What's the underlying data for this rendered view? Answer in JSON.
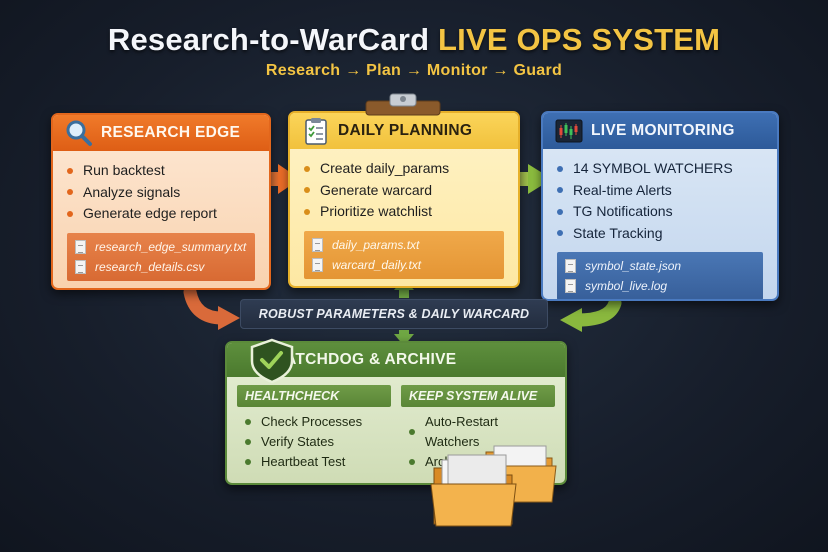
{
  "header": {
    "title_main": "Research-to-WarCard",
    "title_accent": "LIVE OPS SYSTEM",
    "subtitle": "Research → Plan → Monitor → Guard"
  },
  "research": {
    "title": "RESEARCH EDGE",
    "icon": "magnifier-icon",
    "items": [
      "Run backtest",
      "Analyze signals",
      "Generate edge report"
    ],
    "files": [
      "research_edge_summary.txt",
      "research_details.csv"
    ]
  },
  "planning": {
    "title": "DAILY PLANNING",
    "icon": "clipboard-checklist-icon",
    "items": [
      "Create daily_params",
      "Generate warcard",
      "Prioritize watchlist"
    ],
    "files": [
      "daily_params.txt",
      "warcard_daily.txt"
    ]
  },
  "monitoring": {
    "title": "LIVE MONITORING",
    "icon": "candlestick-chart-icon",
    "items": [
      "14 SYMBOL WATCHERS",
      "Real-time Alerts",
      "TG Notifications",
      "State Tracking"
    ],
    "files": [
      "symbol_state.json",
      "symbol_live.log"
    ]
  },
  "banner": {
    "text": "ROBUST PARAMETERS & DAILY WARCARD"
  },
  "watchdog": {
    "title": "WATCHDOG & ARCHIVE",
    "icon": "shield-check-icon",
    "healthcheck": {
      "title": "HEALTHCHECK",
      "items": [
        "Check Processes",
        "Verify States",
        "Heartbeat Test"
      ]
    },
    "keepalive": {
      "title": "KEEP SYSTEM ALIVE",
      "items": [
        "Auto-Restart Watchers",
        "Archive Old Tests"
      ]
    },
    "decoration": "folders-icon"
  },
  "colors": {
    "research": "#e2661c",
    "planning": "#f1c13c",
    "monitoring": "#3e6fb3",
    "watchdog": "#5b8a3a",
    "accent": "#f3c443",
    "background": "#171e2b"
  }
}
